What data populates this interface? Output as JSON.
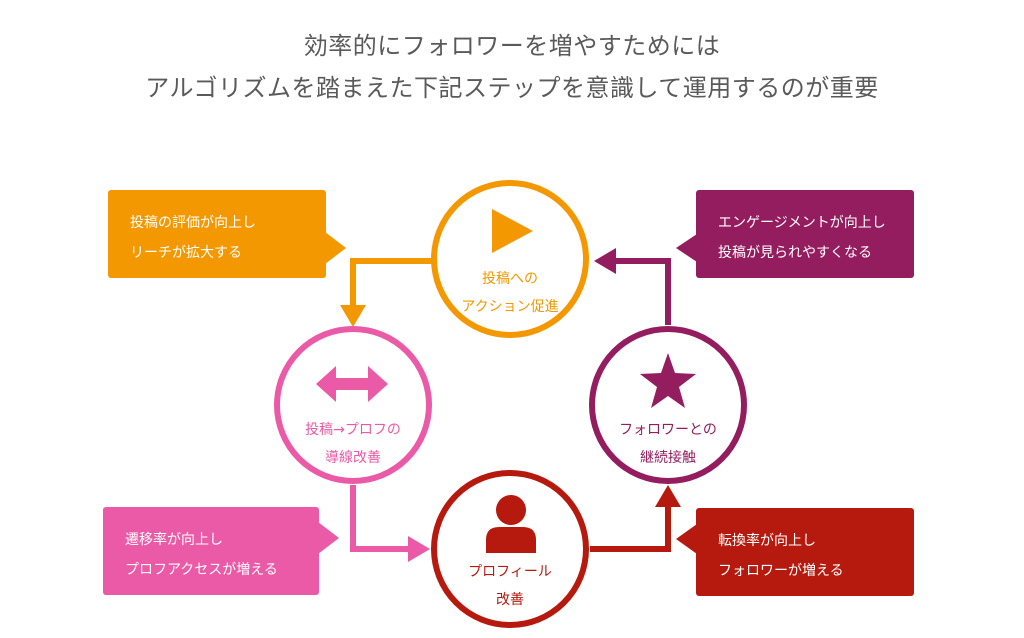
{
  "heading": {
    "line1": "効率的にフォロワーを増やすためには",
    "line2": "アルゴリズムを踏まえた下記ステップを意識して運用するのが重要"
  },
  "colors": {
    "orange": "#f39800",
    "pink": "#ea5aa6",
    "red": "#b61a0e",
    "purple": "#941d5f",
    "heading_text": "#5a5a5a"
  },
  "steps": {
    "action": {
      "line1": "投稿への",
      "line2": "アクション促進",
      "icon": "play-icon"
    },
    "flow": {
      "line1": "投稿→プロフの",
      "line2": "導線改善",
      "icon": "double-arrow-icon"
    },
    "profile": {
      "line1": "プロフィール",
      "line2": "改善",
      "icon": "person-icon"
    },
    "contact": {
      "line1": "フォロワーとの",
      "line2": "継続接触",
      "icon": "star-icon"
    }
  },
  "callouts": {
    "orange": {
      "line1": "投稿の評価が向上し",
      "line2": "リーチが拡大する"
    },
    "purple": {
      "line1": "エンゲージメントが向上し",
      "line2": "投稿が見られやすくなる"
    },
    "pink": {
      "line1": "遷移率が向上し",
      "line2": "プロフアクセスが増える"
    },
    "red": {
      "line1": "転換率が向上し",
      "line2": "フォロワーが増える"
    }
  }
}
